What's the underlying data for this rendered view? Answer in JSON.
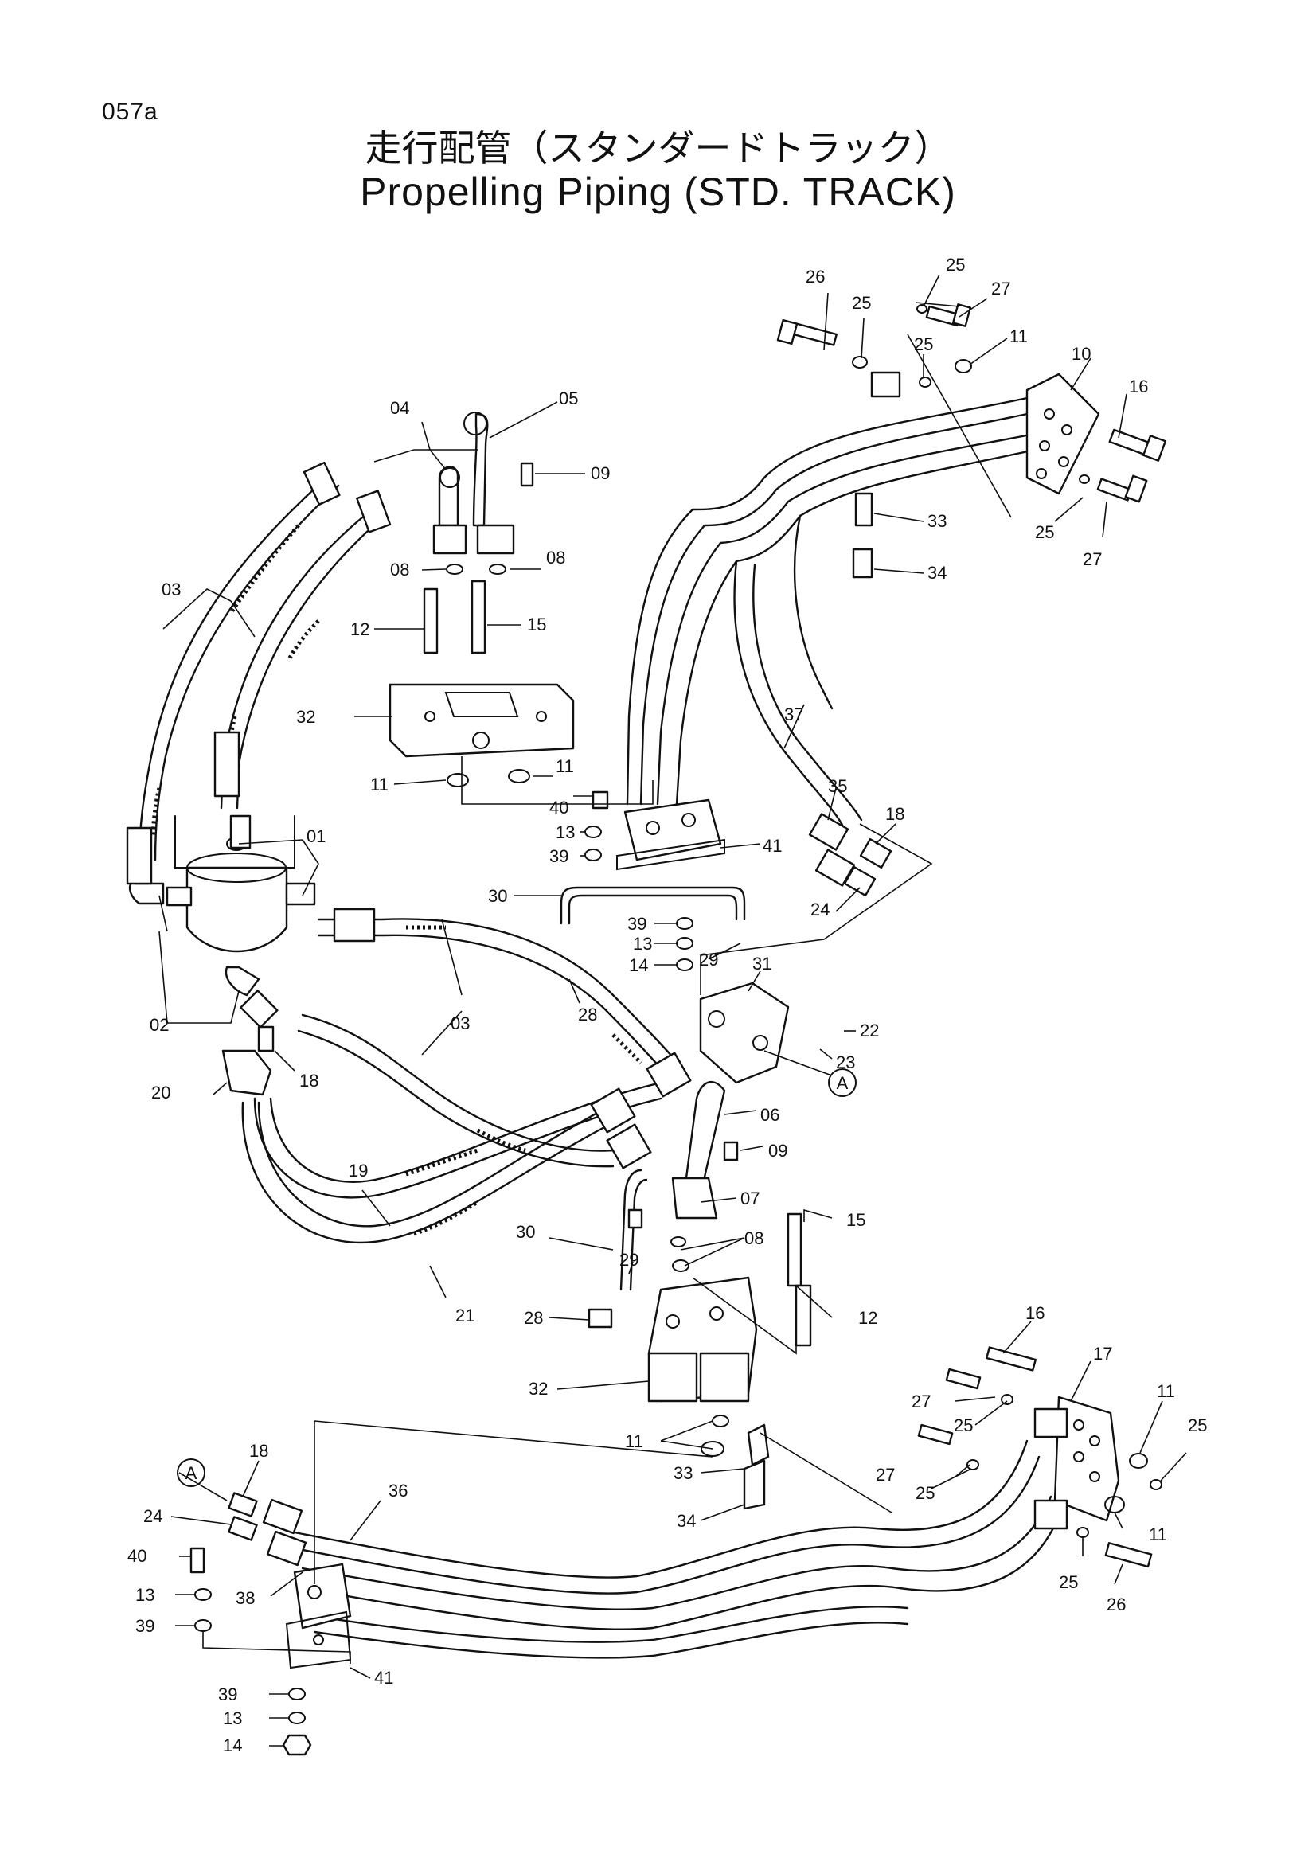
{
  "header": {
    "page_code": "057a",
    "title_jp": "走行配管（スタンダードトラック）",
    "title_en": "Propelling Piping (STD. TRACK)"
  },
  "diagram": {
    "callouts": {
      "c01": "01",
      "c02": "02",
      "c03a": "03",
      "c03b": "03",
      "c04": "04",
      "c05": "05",
      "c06": "06",
      "c07": "07",
      "c08a": "08",
      "c08b": "08",
      "c08c": "08",
      "c09a": "09",
      "c09b": "09",
      "c10": "10",
      "c11a": "11",
      "c11b": "11",
      "c11c": "11",
      "c11d": "11",
      "c11e": "11",
      "c11f": "11",
      "c12a": "12",
      "c12b": "12",
      "c13a": "13",
      "c13b": "13",
      "c13c": "13",
      "c13d": "13",
      "c14a": "14",
      "c14b": "14",
      "c15a": "15",
      "c15b": "15",
      "c16a": "16",
      "c16b": "16",
      "c17": "17",
      "c18a": "18",
      "c18b": "18",
      "c18c": "18",
      "c19": "19",
      "c20": "20",
      "c21": "21",
      "c22": "22",
      "c23": "23",
      "c24a": "24",
      "c24b": "24",
      "c25a": "25",
      "c25b": "25",
      "c25c": "25",
      "c25d": "25",
      "c25e": "25",
      "c25f": "25",
      "c25g": "25",
      "c25h": "25",
      "c26a": "26",
      "c26b": "26",
      "c27a": "27",
      "c27b": "27",
      "c27c": "27",
      "c27d": "27",
      "c28a": "28",
      "c28b": "28",
      "c29a": "29",
      "c29b": "29",
      "c30a": "30",
      "c30b": "30",
      "c31": "31",
      "c32a": "32",
      "c32b": "32",
      "c33a": "33",
      "c33b": "33",
      "c34a": "34",
      "c34b": "34",
      "c35": "35",
      "c36": "36",
      "c37": "37",
      "c38": "38",
      "c39a": "39",
      "c39b": "39",
      "c39c": "39",
      "c39d": "39",
      "c40a": "40",
      "c40b": "40",
      "c41a": "41",
      "c41b": "41"
    },
    "ref_marks": {
      "ref_a1": "A",
      "ref_a2": "A"
    }
  }
}
